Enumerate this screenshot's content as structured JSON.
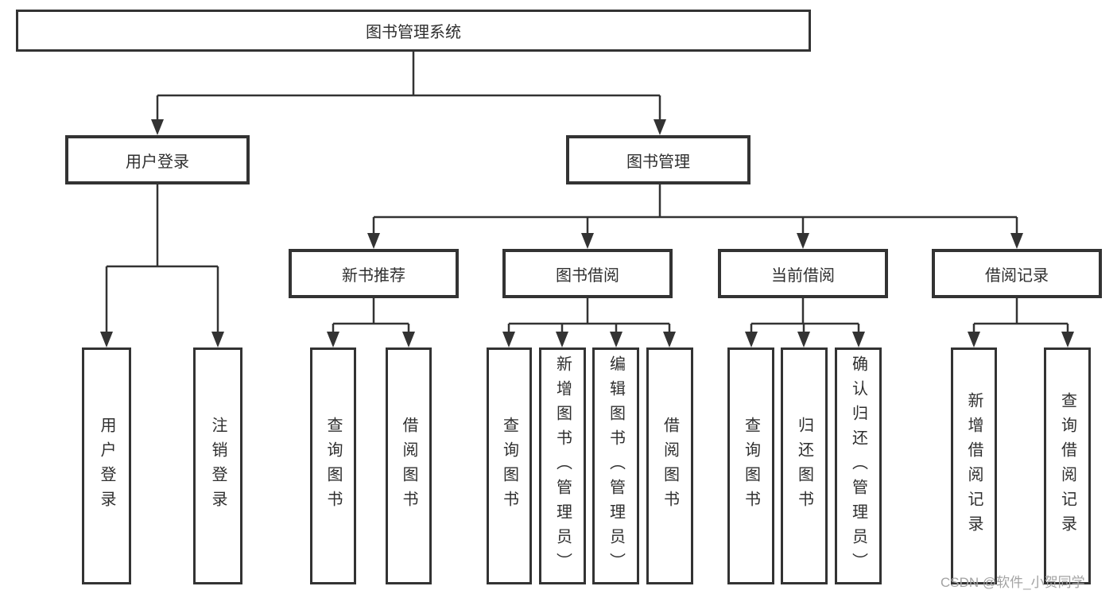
{
  "diagram": {
    "root": {
      "label": "图书管理系统"
    },
    "branches": [
      {
        "label": "用户登录",
        "children": [
          {
            "label": "用户登录"
          },
          {
            "label": "注销登录"
          }
        ]
      },
      {
        "label": "图书管理",
        "children": [
          {
            "label": "新书推荐",
            "children": [
              {
                "label": "查询图书"
              },
              {
                "label": "借阅图书"
              }
            ]
          },
          {
            "label": "图书借阅",
            "children": [
              {
                "label": "查询图书"
              },
              {
                "label": "新增图书（管理员）"
              },
              {
                "label": "编辑图书（管理员）"
              },
              {
                "label": "借阅图书"
              }
            ]
          },
          {
            "label": "当前借阅",
            "children": [
              {
                "label": "查询图书"
              },
              {
                "label": "归还图书"
              },
              {
                "label": "确认归还（管理员）"
              }
            ]
          },
          {
            "label": "借阅记录",
            "children": [
              {
                "label": "新增借阅记录"
              },
              {
                "label": "查询借阅记录"
              }
            ]
          }
        ]
      }
    ]
  },
  "watermark": {
    "text": "CSDN @软件_小贺同学"
  },
  "colors": {
    "line": "#333333",
    "box_border": "#333333",
    "text": "#2f2f2f",
    "background": "#ffffff",
    "watermark": "#a3a3a3"
  }
}
